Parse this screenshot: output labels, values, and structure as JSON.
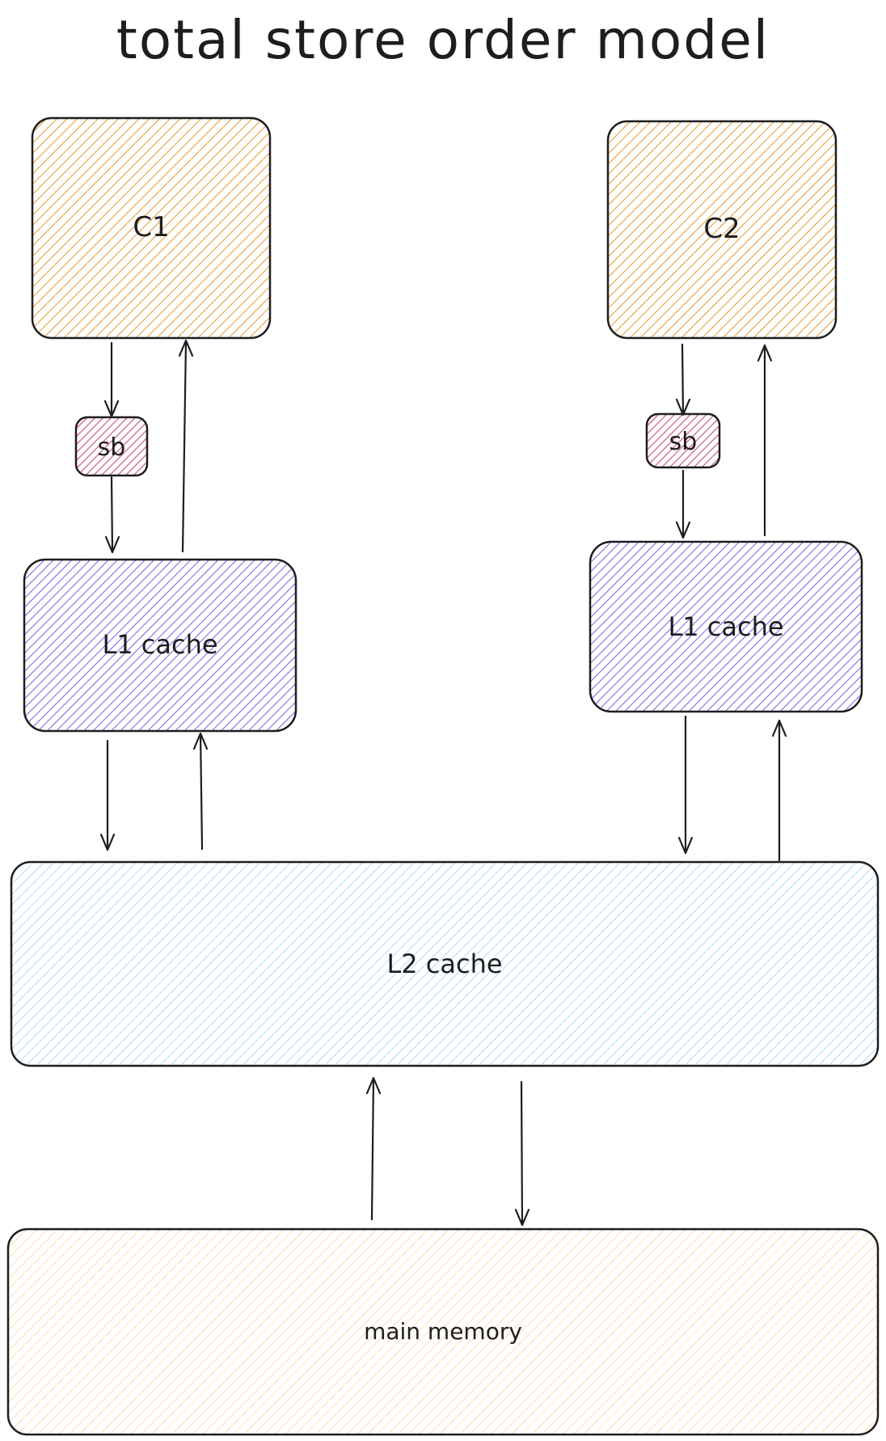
{
  "title": "total store order model",
  "nodes": {
    "c1": {
      "label": "C1",
      "color": "#e8962c"
    },
    "c2": {
      "label": "C2",
      "color": "#e8962c"
    },
    "sb1": {
      "label": "sb",
      "color": "#c2255c"
    },
    "sb2": {
      "label": "sb",
      "color": "#c2255c"
    },
    "l1_left": {
      "label": "L1 cache",
      "color": "#7048e8"
    },
    "l1_right": {
      "label": "L1 cache",
      "color": "#7048e8"
    },
    "l2": {
      "label": "L2 cache",
      "color": "#74c0fc"
    },
    "memory": {
      "label": "main memory",
      "color": "#ffc078"
    }
  },
  "edges": [
    {
      "from": "C1",
      "to": "sb"
    },
    {
      "from": "sb",
      "to": "L1 cache"
    },
    {
      "from": "L1 cache",
      "to": "C1"
    },
    {
      "from": "C2",
      "to": "sb"
    },
    {
      "from": "sb",
      "to": "L1 cache"
    },
    {
      "from": "L1 cache",
      "to": "C2"
    },
    {
      "from": "L1 cache",
      "to": "L2 cache"
    },
    {
      "from": "L2 cache",
      "to": "L1 cache"
    },
    {
      "from": "L1 cache",
      "to": "L2 cache"
    },
    {
      "from": "L2 cache",
      "to": "L1 cache"
    },
    {
      "from": "main memory",
      "to": "L2 cache"
    },
    {
      "from": "L2 cache",
      "to": "main memory"
    }
  ]
}
